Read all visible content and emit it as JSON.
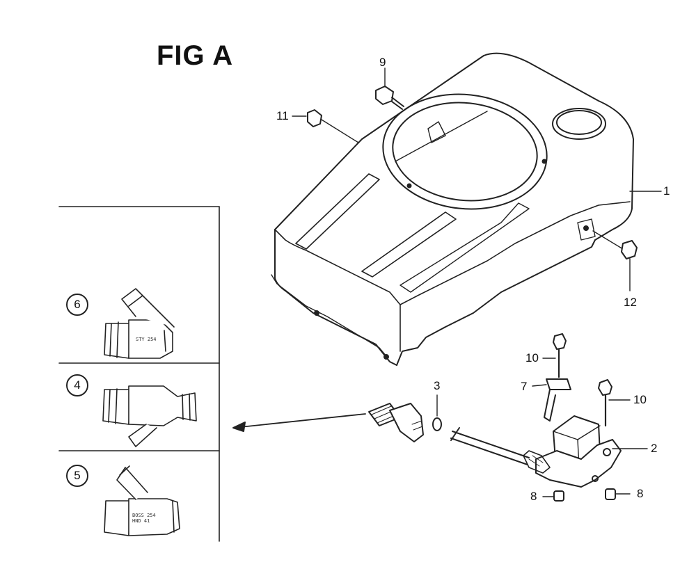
{
  "figure": {
    "title": "FIG A"
  },
  "callouts": {
    "c1": "1",
    "c2": "2",
    "c3": "3",
    "c7": "7",
    "c8a": "8",
    "c8b": "8",
    "c9": "9",
    "c10a": "10",
    "c10b": "10",
    "c11": "11",
    "c12": "12"
  },
  "inset": {
    "panels": [
      {
        "number": "6"
      },
      {
        "number": "4"
      },
      {
        "number": "5"
      }
    ],
    "stamp_6": "STY 254",
    "stamp_5": "BOSS 254\nHND 41"
  }
}
